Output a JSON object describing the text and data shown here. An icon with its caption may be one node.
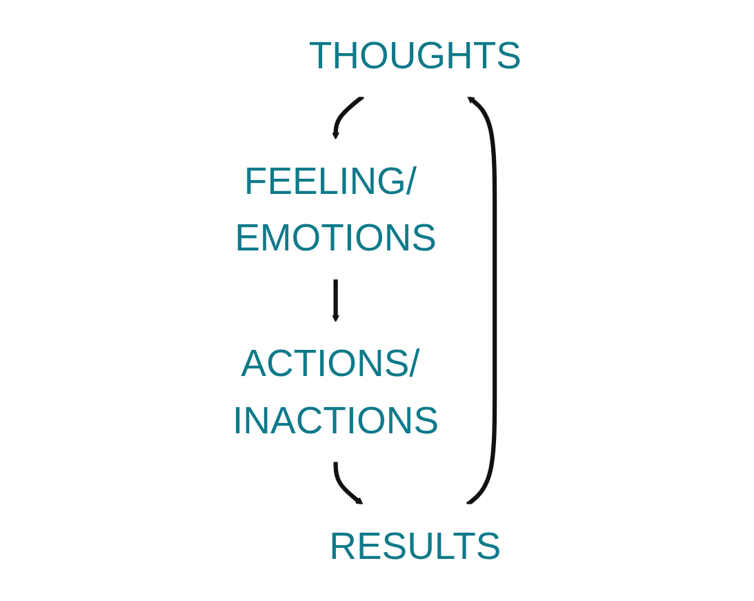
{
  "diagram": {
    "nodes": [
      {
        "text": [
          "THOUGHTS"
        ]
      },
      {
        "text": [
          "FEELING/ EMOTIONS"
        ]
      },
      {
        "text": [
          "ACTIONS/ INACTIONS"
        ]
      },
      {
        "text": [
          "RESULTS"
        ]
      }
    ],
    "edges": [
      {
        "from": 0,
        "to": 1,
        "arrow": "to"
      },
      {
        "from": 1,
        "to": 2,
        "arrow": "to"
      },
      {
        "from": 2,
        "to": 3,
        "arrow": "to"
      },
      {
        "from": 3,
        "to": 0,
        "arrow": "to"
      }
    ]
  }
}
